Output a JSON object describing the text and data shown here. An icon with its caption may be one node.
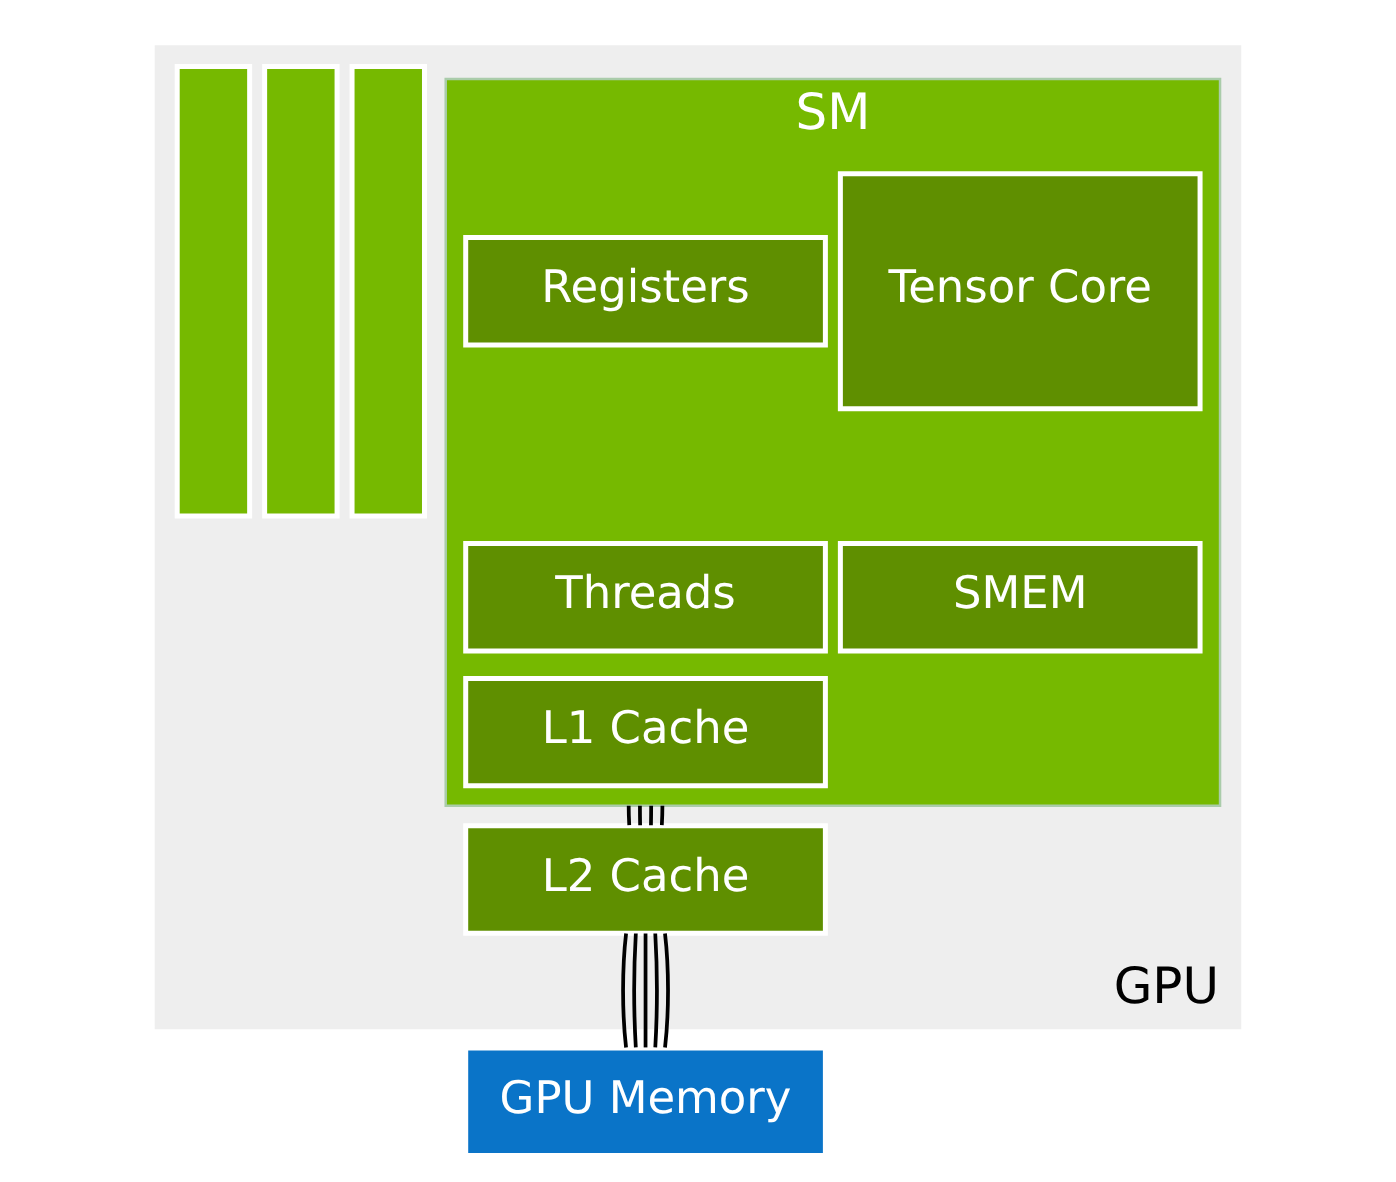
{
  "diagram": {
    "nodes": [
      {
        "text": [
          "GPU"
        ]
      },
      {
        "text": [],
        "shape": "box",
        "in": 0
      },
      {
        "text": [],
        "shape": "box",
        "in": 0
      },
      {
        "text": [],
        "shape": "box",
        "in": 0
      },
      {
        "text": [
          "SM"
        ],
        "in": 0
      },
      {
        "text": [
          "Tensor Core"
        ],
        "in": 4
      },
      {
        "text": [
          "Registers"
        ],
        "in": 4
      },
      {
        "text": [
          "Threads"
        ],
        "in": 4
      },
      {
        "text": [
          "SMEM"
        ],
        "in": 4
      },
      {
        "text": [
          "L1 Cache"
        ],
        "in": 4
      },
      {
        "text": [
          "L2 Cache"
        ],
        "in": 0
      },
      {
        "text": [
          "GPU Memory"
        ]
      }
    ],
    "edges": [
      {
        "from": 4,
        "to": 10,
        "arrow": "none"
      },
      {
        "from": 4,
        "to": 10,
        "arrow": "none"
      },
      {
        "from": 4,
        "to": 10,
        "arrow": "none"
      },
      {
        "from": 4,
        "to": 10,
        "arrow": "none"
      },
      {
        "from": 10,
        "to": 11,
        "arrow": "none"
      },
      {
        "from": 10,
        "to": 11,
        "arrow": "none"
      },
      {
        "from": 10,
        "to": 11,
        "arrow": "none"
      },
      {
        "from": 10,
        "to": 11,
        "arrow": "none"
      },
      {
        "from": 10,
        "to": 11,
        "arrow": "none"
      }
    ]
  }
}
